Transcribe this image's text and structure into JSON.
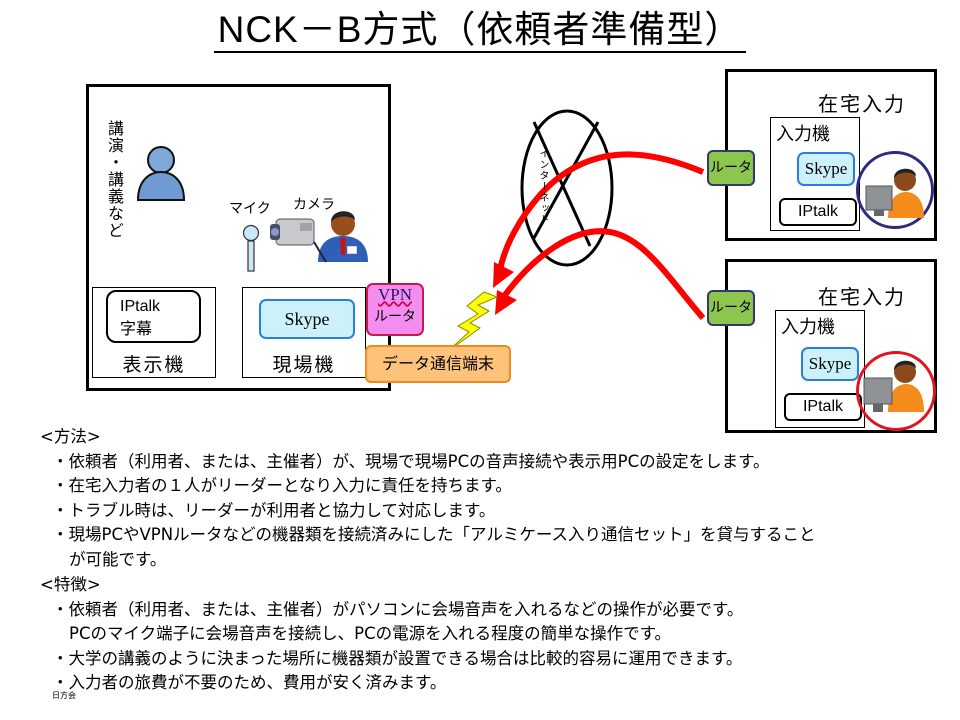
{
  "title": "NCK－B方式（依頼者準備型）",
  "venue": {
    "speaker_label": "講演・講義など",
    "mic_label": "マイク",
    "camera_label": "カメラ",
    "display_machine": {
      "label": "表示機",
      "app_line1": "IPtalk",
      "app_line2": "字幕"
    },
    "site_machine": {
      "label": "現場機",
      "app": "Skype"
    },
    "vpn_router": {
      "line1": "VPN",
      "line2": "ルータ"
    },
    "data_terminal": "データ通信端末"
  },
  "internet_label": "インターネット",
  "home_stations": [
    {
      "title": "在宅入力",
      "router": "ルータ",
      "machine_label": "入力機",
      "skype": "Skype",
      "iptalk": "IPtalk",
      "highlight_color": "#2e2a7e"
    },
    {
      "title": "在宅入力",
      "router": "ルータ",
      "machine_label": "入力機",
      "skype": "Skype",
      "iptalk": "IPtalk",
      "highlight_color": "#e0141e"
    }
  ],
  "colors": {
    "arrow": "#ff0000",
    "skype_fill": "#cdf1fb",
    "skype_border": "#2a7ee0",
    "router_fill": "#8dc64d",
    "vpn_fill": "#f58cf0",
    "data_terminal_fill": "#fdc37a",
    "lightning": "#ffff00"
  },
  "method": {
    "heading": "<方法>",
    "items": [
      "・依頼者（利用者、または、主催者）が、現場で現場PCの音声接続や表示用PCの設定をします。",
      "・在宅入力者の１人がリーダーとなり入力に責任を持ちます。",
      "・トラブル時は、リーダーが利用者と協力して対応します。",
      "・現場PCやVPNルータなどの機器類を接続済みにした「アルミケース入り通信セット」を貸与すること",
      "が可能です。"
    ]
  },
  "features": {
    "heading": "<特徴>",
    "items": [
      "・依頼者（利用者、または、主催者）がパソコンに会場音声を入れるなどの操作が必要です。",
      "PCのマイク端子に会場音声を接続し、PCの電源を入れる程度の簡単な操作です。",
      "・大学の講義のように決まった場所に機器類が設置できる場合は比較的容易に運用できます。",
      "・入力者の旅費が不要のため、費用が安く済みます。"
    ]
  },
  "footer_mark": "日方会"
}
